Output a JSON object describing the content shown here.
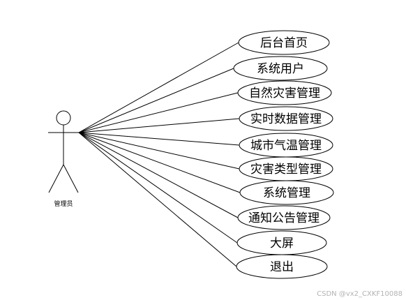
{
  "actor": {
    "label": "管理员"
  },
  "use_cases": [
    {
      "label": "后台首页"
    },
    {
      "label": "系统用户"
    },
    {
      "label": "自然灾害管理"
    },
    {
      "label": "实时数据管理"
    },
    {
      "label": "城市气温管理"
    },
    {
      "label": "灾害类型管理"
    },
    {
      "label": "系统管理"
    },
    {
      "label": "通知公告管理"
    },
    {
      "label": "大屏"
    },
    {
      "label": "退出"
    }
  ],
  "watermark": {
    "text": "CSDN @vx2_CXKF10088"
  }
}
